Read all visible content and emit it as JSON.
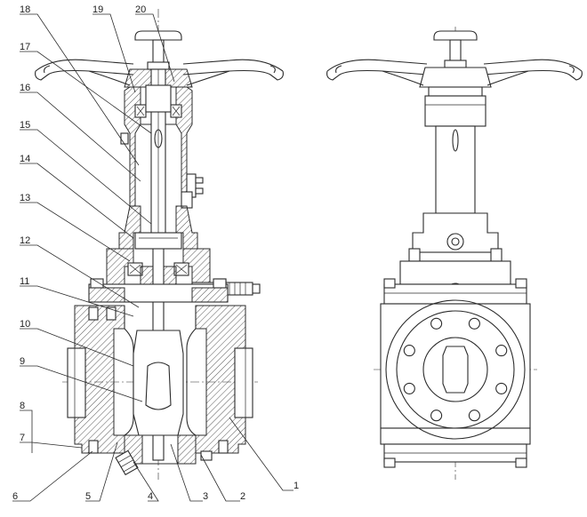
{
  "figure": {
    "part_numbers": [
      "1",
      "2",
      "3",
      "4",
      "5",
      "6",
      "7",
      "8",
      "9",
      "10",
      "11",
      "12",
      "13",
      "14",
      "15",
      "16",
      "17",
      "18",
      "19",
      "20"
    ]
  },
  "colors": {
    "line": "#2b2b2b",
    "background": "#ffffff"
  }
}
